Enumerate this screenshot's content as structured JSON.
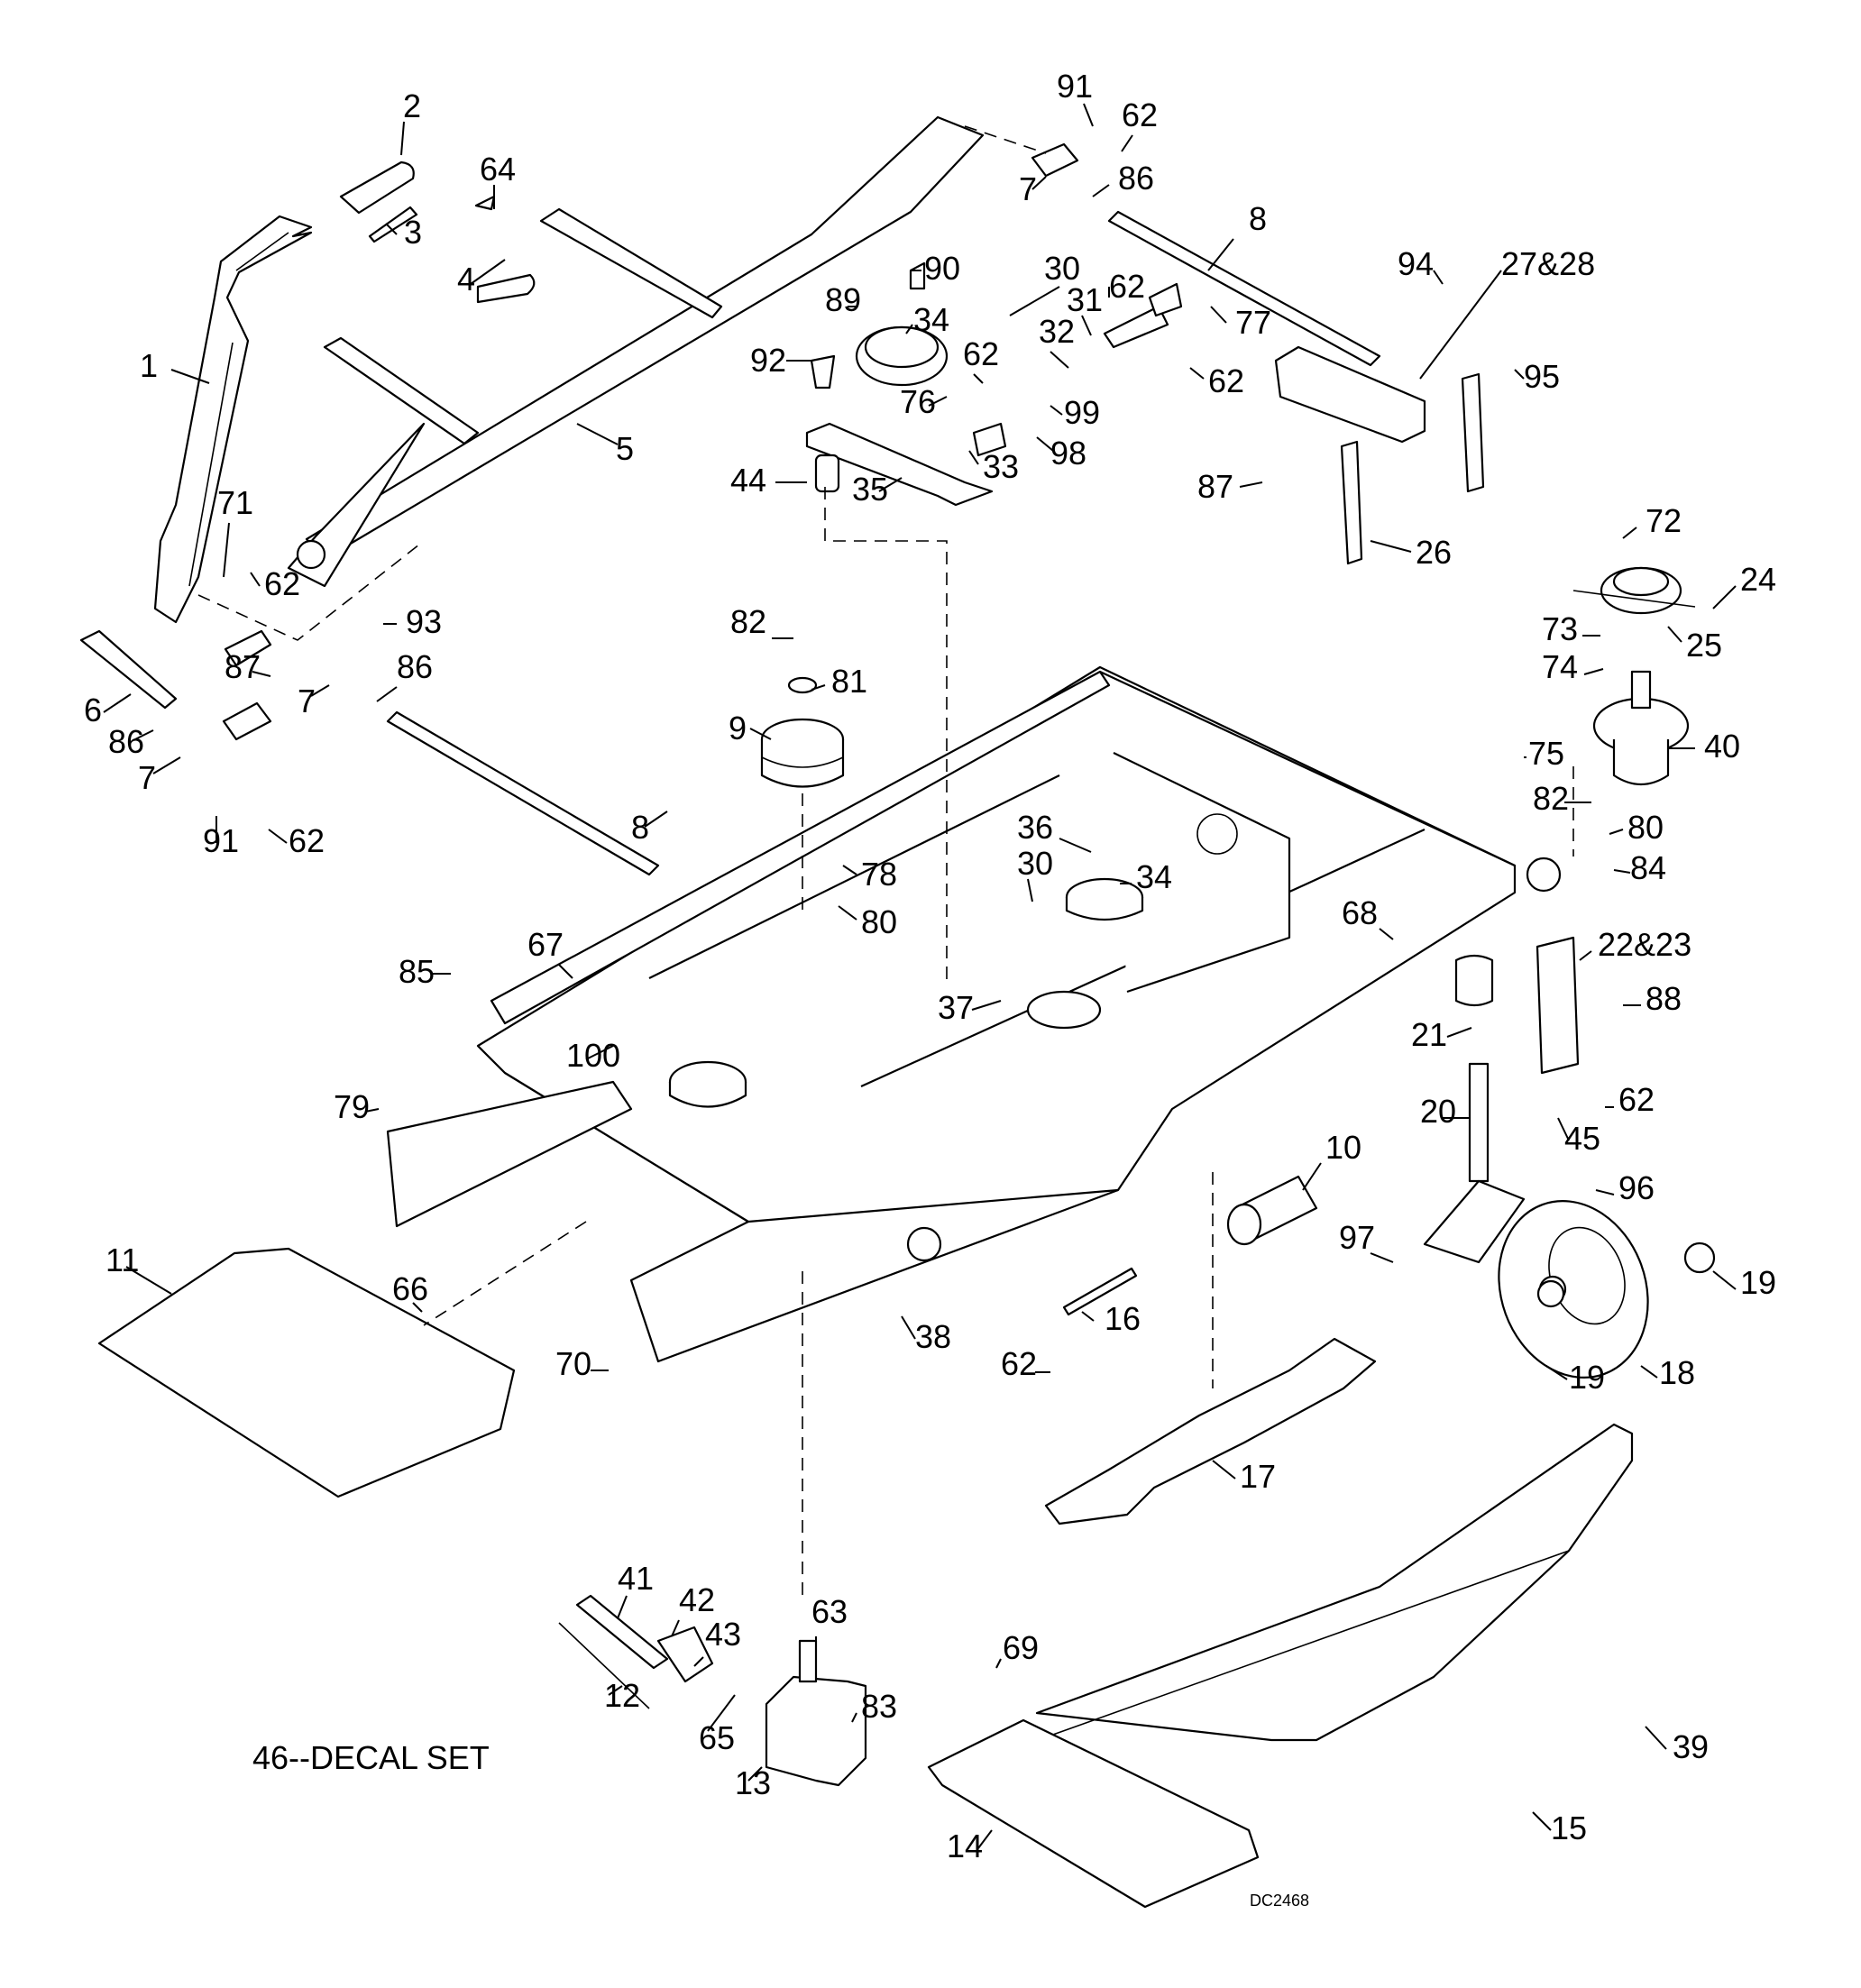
{
  "diagram": {
    "type": "exploded-parts-diagram",
    "subject": "Mower deck assembly",
    "drawing_number": "DC2468",
    "note": "46--DECAL SET",
    "callouts": [
      {
        "id": "c1",
        "label": "1"
      },
      {
        "id": "c2",
        "label": "2"
      },
      {
        "id": "c3",
        "label": "3"
      },
      {
        "id": "c4",
        "label": "4"
      },
      {
        "id": "c5",
        "label": "5"
      },
      {
        "id": "c64",
        "label": "64"
      },
      {
        "id": "c71",
        "label": "71"
      },
      {
        "id": "c62a",
        "label": "62"
      },
      {
        "id": "c93",
        "label": "93"
      },
      {
        "id": "c87a",
        "label": "87"
      },
      {
        "id": "c7a",
        "label": "7"
      },
      {
        "id": "c86a",
        "label": "86"
      },
      {
        "id": "c6",
        "label": "6"
      },
      {
        "id": "c86b",
        "label": "86"
      },
      {
        "id": "c7b",
        "label": "7"
      },
      {
        "id": "c91a",
        "label": "91"
      },
      {
        "id": "c62b",
        "label": "62"
      },
      {
        "id": "c8a",
        "label": "8"
      },
      {
        "id": "c91b",
        "label": "91"
      },
      {
        "id": "c62c",
        "label": "62"
      },
      {
        "id": "c7c",
        "label": "7"
      },
      {
        "id": "c86c",
        "label": "86"
      },
      {
        "id": "c8b",
        "label": "8"
      },
      {
        "id": "c90",
        "label": "90"
      },
      {
        "id": "c89",
        "label": "89"
      },
      {
        "id": "c30a",
        "label": "30"
      },
      {
        "id": "c34a",
        "label": "34"
      },
      {
        "id": "c92",
        "label": "92"
      },
      {
        "id": "c62d",
        "label": "62"
      },
      {
        "id": "c76",
        "label": "76"
      },
      {
        "id": "c44",
        "label": "44"
      },
      {
        "id": "c35",
        "label": "35"
      },
      {
        "id": "c33",
        "label": "33"
      },
      {
        "id": "c31",
        "label": "31"
      },
      {
        "id": "c62e",
        "label": "62"
      },
      {
        "id": "c32",
        "label": "32"
      },
      {
        "id": "c77",
        "label": "77"
      },
      {
        "id": "c99",
        "label": "99"
      },
      {
        "id": "c98",
        "label": "98"
      },
      {
        "id": "c62f",
        "label": "62"
      },
      {
        "id": "c94",
        "label": "94"
      },
      {
        "id": "c2728",
        "label": "27&28"
      },
      {
        "id": "c95",
        "label": "95"
      },
      {
        "id": "c87b",
        "label": "87"
      },
      {
        "id": "c26",
        "label": "26"
      },
      {
        "id": "c72",
        "label": "72"
      },
      {
        "id": "c24",
        "label": "24"
      },
      {
        "id": "c25",
        "label": "25"
      },
      {
        "id": "c73",
        "label": "73"
      },
      {
        "id": "c74",
        "label": "74"
      },
      {
        "id": "c75",
        "label": "75"
      },
      {
        "id": "c40",
        "label": "40"
      },
      {
        "id": "c82a",
        "label": "82"
      },
      {
        "id": "c80a",
        "label": "80"
      },
      {
        "id": "c84",
        "label": "84"
      },
      {
        "id": "c82b",
        "label": "82"
      },
      {
        "id": "c81",
        "label": "81"
      },
      {
        "id": "c9",
        "label": "9"
      },
      {
        "id": "c36",
        "label": "36"
      },
      {
        "id": "c30b",
        "label": "30"
      },
      {
        "id": "c34b",
        "label": "34"
      },
      {
        "id": "c78",
        "label": "78"
      },
      {
        "id": "c80b",
        "label": "80"
      },
      {
        "id": "c68",
        "label": "68"
      },
      {
        "id": "c2223",
        "label": "22&23"
      },
      {
        "id": "c85",
        "label": "85"
      },
      {
        "id": "c67",
        "label": "67"
      },
      {
        "id": "c37",
        "label": "37"
      },
      {
        "id": "c21",
        "label": "21"
      },
      {
        "id": "c88",
        "label": "88"
      },
      {
        "id": "c100",
        "label": "100"
      },
      {
        "id": "c79",
        "label": "79"
      },
      {
        "id": "c20",
        "label": "20"
      },
      {
        "id": "c62g",
        "label": "62"
      },
      {
        "id": "c45",
        "label": "45"
      },
      {
        "id": "c10",
        "label": "10"
      },
      {
        "id": "c96",
        "label": "96"
      },
      {
        "id": "c11",
        "label": "11"
      },
      {
        "id": "c66",
        "label": "66"
      },
      {
        "id": "c97",
        "label": "97"
      },
      {
        "id": "c19a",
        "label": "19"
      },
      {
        "id": "c38",
        "label": "38"
      },
      {
        "id": "c16",
        "label": "16"
      },
      {
        "id": "c70",
        "label": "70"
      },
      {
        "id": "c62h",
        "label": "62"
      },
      {
        "id": "c19b",
        "label": "19"
      },
      {
        "id": "c18",
        "label": "18"
      },
      {
        "id": "c17",
        "label": "17"
      },
      {
        "id": "c41",
        "label": "41"
      },
      {
        "id": "c42",
        "label": "42"
      },
      {
        "id": "c63",
        "label": "63"
      },
      {
        "id": "c43",
        "label": "43"
      },
      {
        "id": "c69",
        "label": "69"
      },
      {
        "id": "c12",
        "label": "12"
      },
      {
        "id": "c65",
        "label": "65"
      },
      {
        "id": "c83",
        "label": "83"
      },
      {
        "id": "c39",
        "label": "39"
      },
      {
        "id": "c13",
        "label": "13"
      },
      {
        "id": "c15",
        "label": "15"
      },
      {
        "id": "c14",
        "label": "14"
      }
    ]
  }
}
